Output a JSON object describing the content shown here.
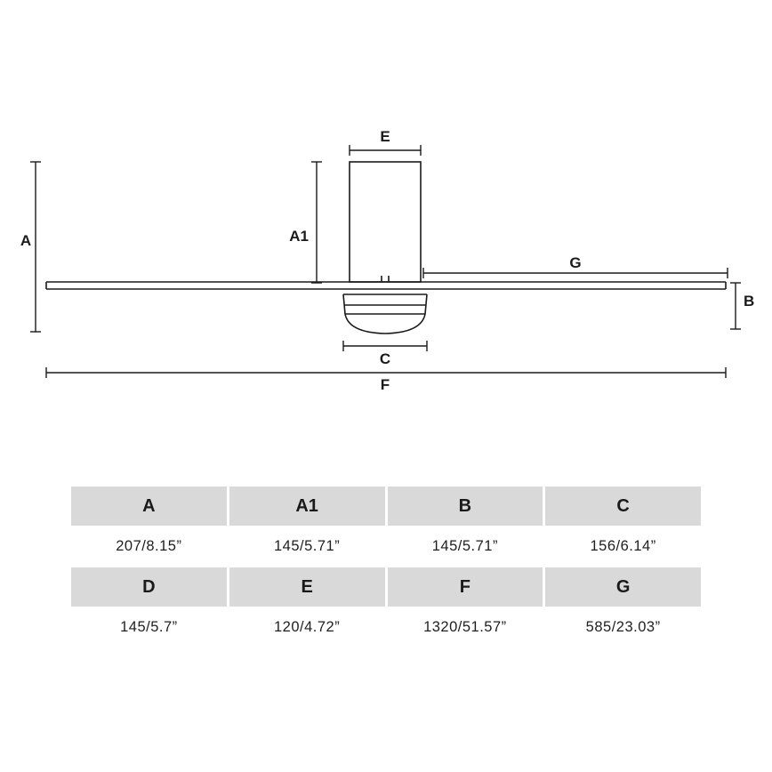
{
  "diagram": {
    "labels": {
      "a": "A",
      "a1": "A1",
      "b": "B",
      "c": "C",
      "e": "E",
      "f": "F",
      "g": "G"
    }
  },
  "table": {
    "rows": [
      {
        "headers": [
          "A",
          "A1",
          "B",
          "C"
        ],
        "values": [
          "207/8.15”",
          "145/5.71”",
          "145/5.71”",
          "156/6.14”"
        ]
      },
      {
        "headers": [
          "D",
          "E",
          "F",
          "G"
        ],
        "values": [
          "145/5.7”",
          "120/4.72”",
          "1320/51.57”",
          "585/23.03”"
        ]
      }
    ]
  },
  "colors": {
    "line": "#1a1a1a",
    "table_header_bg": "#d9d9d9"
  }
}
